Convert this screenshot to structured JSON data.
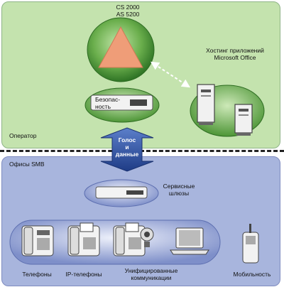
{
  "diagram": {
    "operator": {
      "label": "Оператор",
      "cs_line1": "CS 2000",
      "cs_line2": "AS 5200",
      "hosting_line1": "Хостинг приложений",
      "hosting_line2": "Microsoft Office",
      "security_line1": "Безопас-",
      "security_line2": "ность"
    },
    "link": {
      "line1": "Голос",
      "line2": "и",
      "line3": "данные"
    },
    "smb": {
      "label": "Офисы SMB",
      "gateways_line1": "Сервисные",
      "gateways_line2": "шлюзы",
      "phones": "Телефоны",
      "ip_phones": "IP-телефоны",
      "unified_line1": "Унифицированные",
      "unified_line2": "коммуникации",
      "mobility": "Мобильность"
    },
    "colors": {
      "operator_zone": "#c4e3ae",
      "smb_zone": "#a8b5dd",
      "ellipse": "#4f9a3a",
      "triangle": "#ef9d78",
      "arrow": "#2b4e9a"
    }
  }
}
